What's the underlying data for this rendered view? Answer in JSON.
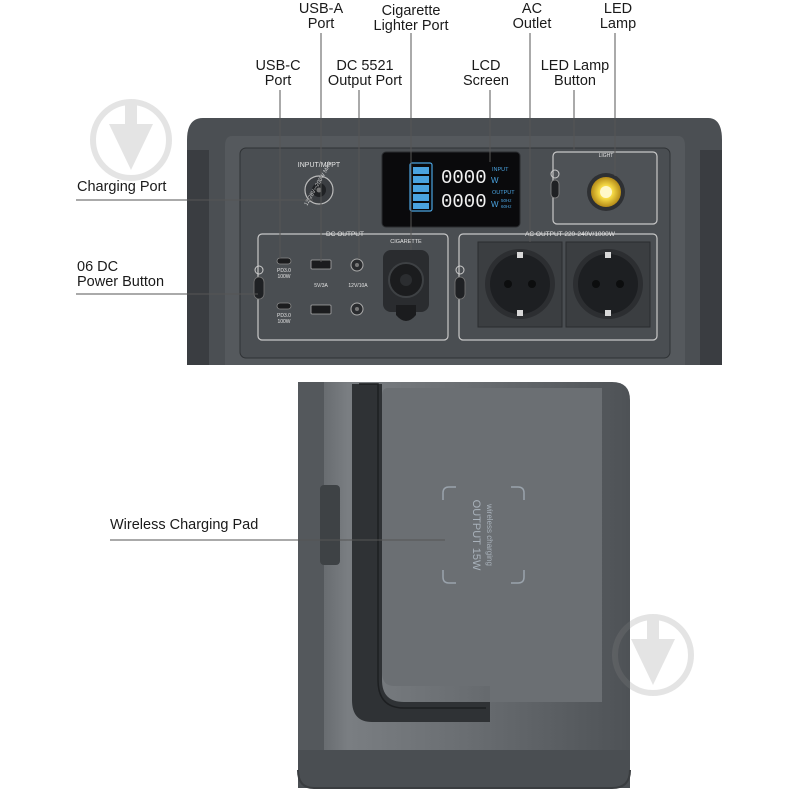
{
  "callouts": {
    "usb_a": [
      "USB-A",
      "Port"
    ],
    "cigarette": [
      "Cigarette",
      "Lighter Port"
    ],
    "ac_outlet": [
      "AC",
      "Outlet"
    ],
    "led_lamp": [
      "LED",
      "Lamp"
    ],
    "usb_c": [
      "USB-C",
      "Port"
    ],
    "dc5521": [
      "DC 5521",
      "Output Port"
    ],
    "lcd": [
      "LCD",
      "Screen"
    ],
    "led_button": [
      "LED Lamp",
      "Button"
    ],
    "charging_port": "Charging Port",
    "dc_power": [
      "06 DC",
      "Power Button"
    ],
    "wireless_pad": "Wireless Charging Pad"
  },
  "panel": {
    "input_label": "INPUT/MPPT",
    "input_spec": "12-28V⎓200W MAX",
    "dc_output": "DC OUTPUT",
    "cigarette": "CIGARETTE",
    "ac_output": "AC OUTPUT 220-240V/1000W",
    "light": "LIGHT",
    "pd1": [
      "PD3.0",
      "100W"
    ],
    "pd2": [
      "PD3.0",
      "100W"
    ],
    "usb_a_spec": "5V/3A",
    "dc_spec": "12V/10A",
    "lcd_input_value": "0000",
    "lcd_output_value": "0000",
    "lcd_unit": "W",
    "lcd_input_label": "INPUT",
    "lcd_output_label": "OUTPUT",
    "lcd_freq": [
      "50Hz",
      "60Hz"
    ]
  },
  "wireless": {
    "line1": "wireless charging",
    "line2": "OUTPUT 15W"
  },
  "colors": {
    "body_dark": "#3a3d40",
    "body_mid": "#5e6266",
    "lamp": "#f2d33a",
    "lcd_accent": "#4aa3e0"
  }
}
